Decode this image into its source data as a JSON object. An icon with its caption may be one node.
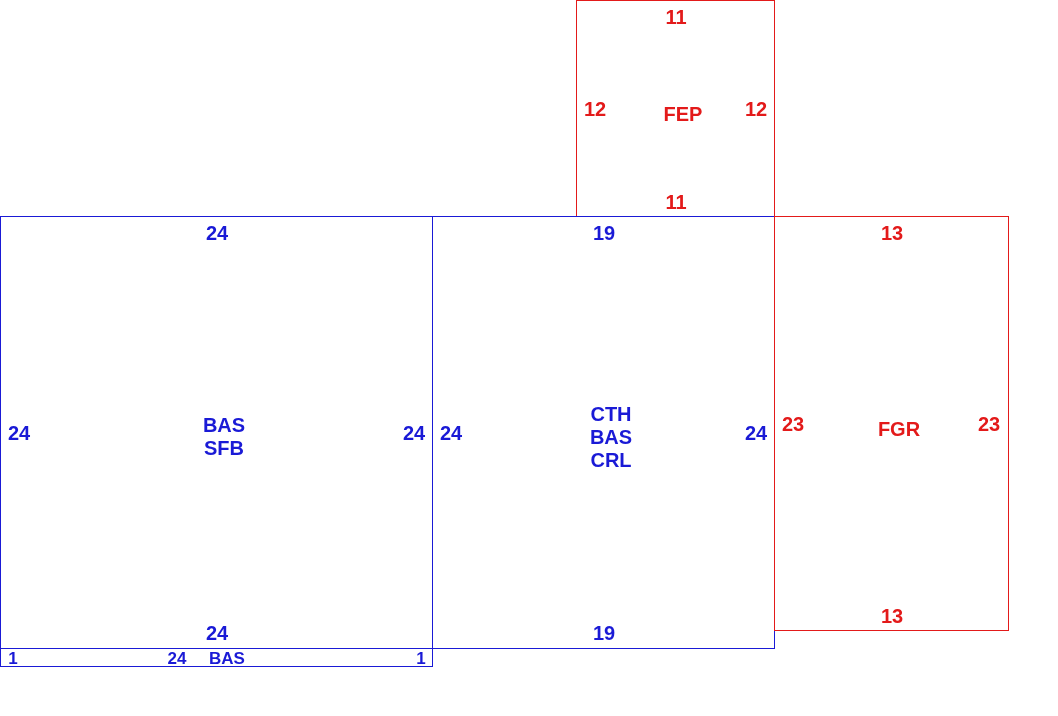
{
  "diagram": {
    "nodes": [
      {
        "text": [
          "11",
          "12",
          "FEP",
          "12",
          "11"
        ]
      },
      {
        "text": [
          "24",
          "24",
          "BAS SFB",
          "24",
          "24"
        ]
      },
      {
        "text": [
          "19",
          "24",
          "CTH BAS CRL",
          "24",
          "19"
        ]
      },
      {
        "text": [
          "13",
          "23",
          "FGR",
          "23",
          "13"
        ]
      },
      {
        "text": [
          "24",
          "1",
          "BAS",
          "1"
        ]
      }
    ]
  }
}
